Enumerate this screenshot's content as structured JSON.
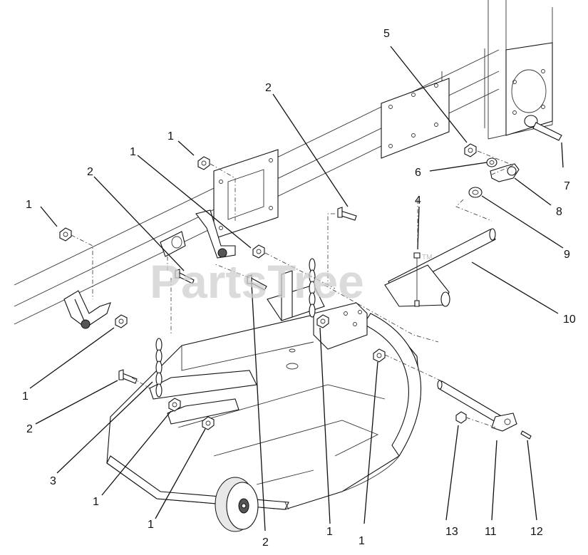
{
  "watermark": {
    "text": "PartsTree",
    "trademark": "TM"
  },
  "callouts": [
    {
      "id": "c-1a",
      "label": "1"
    },
    {
      "id": "c-1b",
      "label": "1"
    },
    {
      "id": "c-1c",
      "label": "1"
    },
    {
      "id": "c-1d",
      "label": "1"
    },
    {
      "id": "c-1e",
      "label": "1"
    },
    {
      "id": "c-1f",
      "label": "1"
    },
    {
      "id": "c-1g",
      "label": "1"
    },
    {
      "id": "c-1h",
      "label": "1"
    },
    {
      "id": "c-2a",
      "label": "2"
    },
    {
      "id": "c-2b",
      "label": "2"
    },
    {
      "id": "c-2c",
      "label": "2"
    },
    {
      "id": "c-2d",
      "label": "2"
    },
    {
      "id": "c-3",
      "label": "3"
    },
    {
      "id": "c-4",
      "label": "4"
    },
    {
      "id": "c-5",
      "label": "5"
    },
    {
      "id": "c-6",
      "label": "6"
    },
    {
      "id": "c-7",
      "label": "7"
    },
    {
      "id": "c-8",
      "label": "8"
    },
    {
      "id": "c-9",
      "label": "9"
    },
    {
      "id": "c-10",
      "label": "10"
    },
    {
      "id": "c-11",
      "label": "11"
    },
    {
      "id": "c-12",
      "label": "12"
    },
    {
      "id": "c-13",
      "label": "13"
    }
  ]
}
